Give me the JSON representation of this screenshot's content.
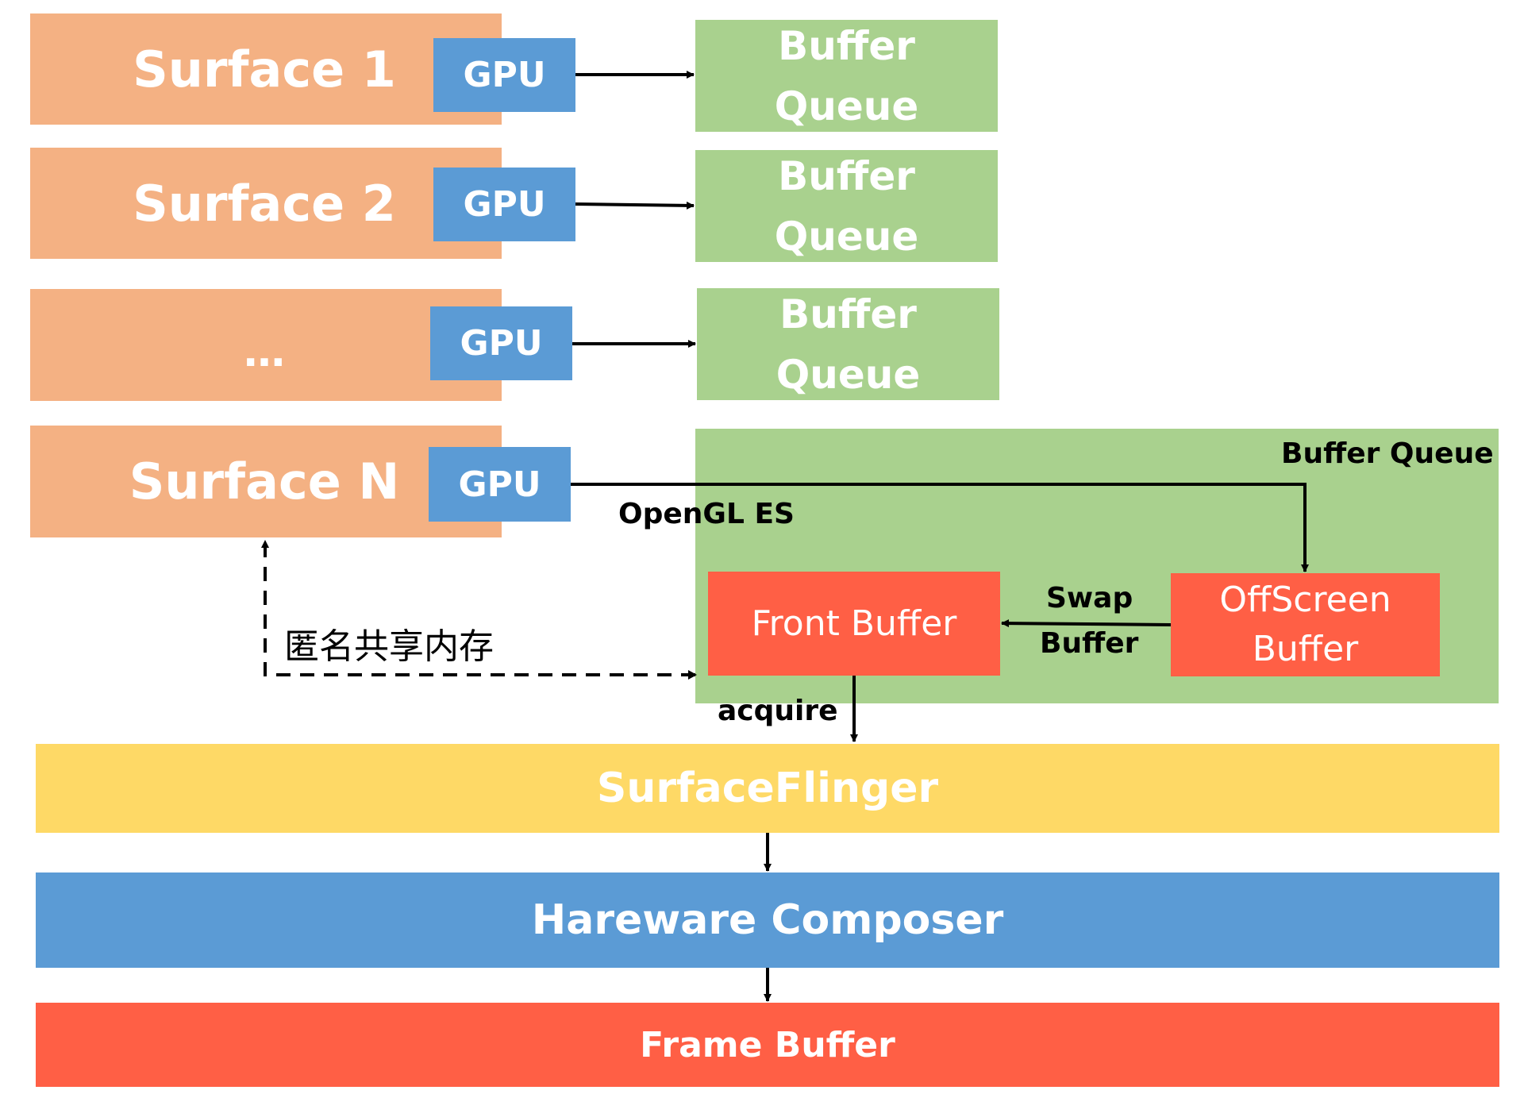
{
  "surfaces": [
    {
      "label": "Surface 1",
      "gpu": "GPU",
      "buffer_line1": "Buffer",
      "buffer_line2": "Queue"
    },
    {
      "label": "Surface 2",
      "gpu": "GPU",
      "buffer_line1": "Buffer",
      "buffer_line2": "Queue"
    },
    {
      "label": "…",
      "gpu": "GPU",
      "buffer_line1": "Buffer",
      "buffer_line2": "Queue"
    },
    {
      "label": "Surface N",
      "gpu": "GPU"
    }
  ],
  "big_queue": {
    "title": "Buffer Queue",
    "front_buffer": "Front Buffer",
    "offscreen_line1": "OffScreen",
    "offscreen_line2": "Buffer",
    "swap_line1": "Swap",
    "swap_line2": "Buffer"
  },
  "edge_labels": {
    "opengl": "OpenGL ES",
    "shared_memory": "匿名共享内存",
    "acquire": "acquire"
  },
  "pipeline": {
    "surfaceflinger": "SurfaceFlinger",
    "hwc": "Hareware Composer",
    "framebuffer": "Frame Buffer"
  },
  "colors": {
    "surface": "#f4b183",
    "gpu": "#5b9bd5",
    "buffer_queue": "#a9d18e",
    "red_buffer": "#ff5f45",
    "surfaceflinger": "#fed966",
    "hwc": "#5b9bd5",
    "framebuffer": "#ff5f45"
  }
}
